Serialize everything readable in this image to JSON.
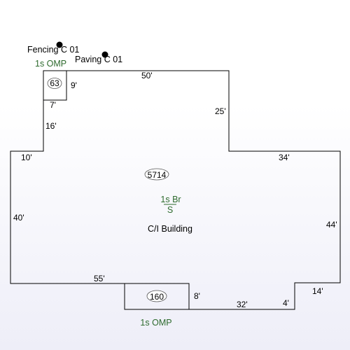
{
  "colors": {
    "line": "#000000",
    "label_green": "#2e6b2e",
    "text": "#000000"
  },
  "markers": {
    "fencing_label": "Fencing C 01",
    "paving_label": "Paving C 01"
  },
  "sections": {
    "small": {
      "area": "63",
      "code": "1s OMP",
      "width": "7'",
      "height": "9'"
    },
    "main": {
      "area": "5714",
      "code": "1s Br",
      "code_sub": "S",
      "description": "C/I Building"
    },
    "bottom": {
      "area": "160",
      "code": "1s OMP"
    }
  },
  "dimensions": {
    "top": "50'",
    "right_upper": "25'",
    "right_step": "34'",
    "right_side": "44'",
    "bottom_right_step": "14'",
    "bottom_notch": "4'",
    "bottom": "32'",
    "bottom_box_side": "8'",
    "bottom_left": "55'",
    "left_side": "40'",
    "left_step": "10'",
    "left_upper": "16'"
  }
}
